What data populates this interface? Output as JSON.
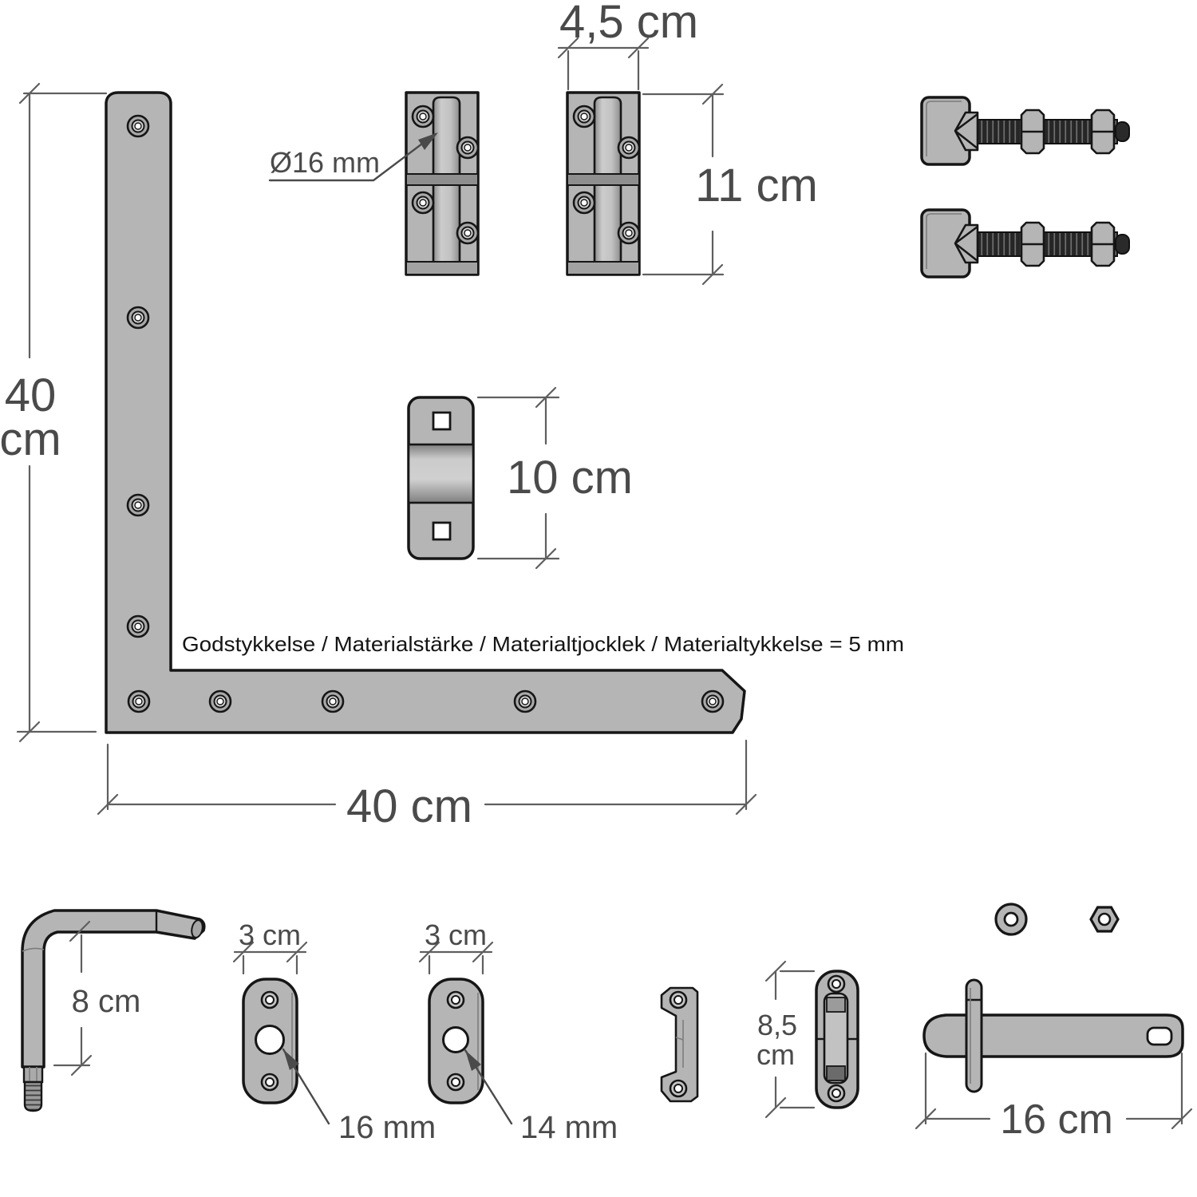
{
  "material_note": "Godstykkelse / Materialstärke / Materialtjocklek / Materialtykkelse = 5 mm",
  "labels": {
    "hinge_width": "4,5 cm",
    "hinge_height": "11 cm",
    "barrel_diameter": "Ø16 mm",
    "strap_height_value": "40",
    "strap_height_unit": "cm",
    "strap_width": "40 cm",
    "roller_height": "10 cm",
    "pin_height": "8 cm",
    "plate16_width": "3 cm",
    "plate16_hole": "16 mm",
    "plate14_width": "3 cm",
    "plate14_hole": "14 mm",
    "catch_height_value": "8,5",
    "catch_height_unit": "cm",
    "bar_length": "16 cm"
  },
  "colors": {
    "metal": "#b5b5b5",
    "metal_dark": "#8e8e8e",
    "outline": "#161616",
    "dimension": "#5f5f5f",
    "label_text": "#4a4a4a",
    "thread_dark": "#262626"
  }
}
